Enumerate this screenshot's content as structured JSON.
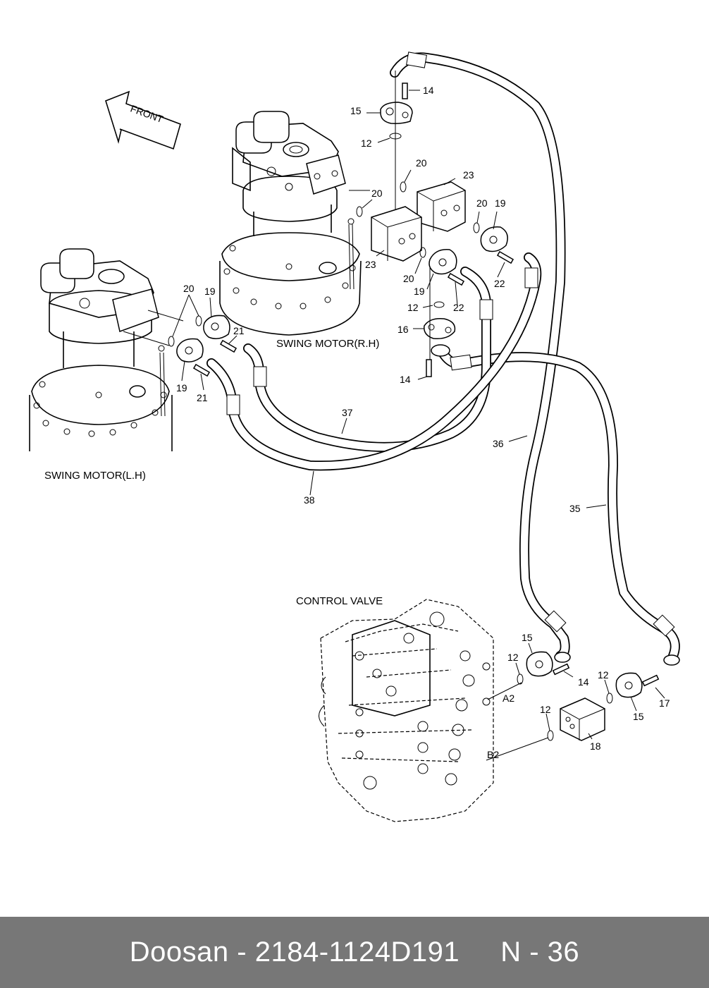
{
  "diagram": {
    "front_label": "FRONT",
    "captions": {
      "swing_motor_rh": "SWING MOTOR(R.H)",
      "swing_motor_lh": "SWING MOTOR(L.H)",
      "control_valve": "CONTROL VALVE"
    },
    "port_labels": {
      "a2": "A2",
      "b2": "B2"
    },
    "part_numbers": {
      "n14": "14",
      "n15": "15",
      "n12": "12",
      "n20": "20",
      "n23": "23",
      "n19": "19",
      "n22": "22",
      "n16": "16",
      "n21": "21",
      "n36": "36",
      "n35": "35",
      "n37": "37",
      "n38": "38",
      "n17": "17",
      "n18": "18"
    }
  },
  "footer": {
    "brand": "Doosan",
    "separator": " - ",
    "part_number": "2184-1124D191",
    "page_ref": "N - 36"
  }
}
